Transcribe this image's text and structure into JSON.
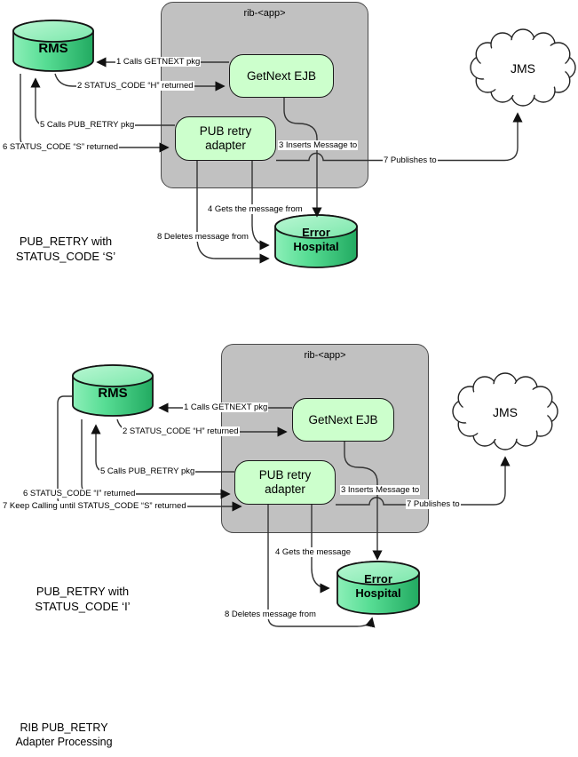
{
  "footer": {
    "line1": "RIB PUB_RETRY",
    "line2": "Adapter Processing"
  },
  "colors": {
    "container_fill": "#c1c1c1",
    "node_fill": "#ccffcc",
    "cylinder_light": "#b4f6d0",
    "cylinder_dark": "#25ad63",
    "line": "#333333"
  },
  "diagrams": [
    {
      "caption": {
        "line1": "PUB_RETRY with",
        "line2": "STATUS_CODE ‘S’"
      },
      "container_label": "rib-<app>",
      "nodes": {
        "rms": "RMS",
        "getnext": "GetNext EJB",
        "adapter": {
          "line1": "PUB retry",
          "line2": "adapter"
        },
        "jms": "JMS",
        "error_hospital": {
          "line1": "Error",
          "line2": "Hospital"
        }
      },
      "edges": {
        "calls_getnext": "1 Calls GETNEXT pkg",
        "status_h": "2 STATUS_CODE “H” returned",
        "inserts": "3 Inserts Message to",
        "gets": "4 Gets the message from",
        "calls_pub_retry": "5 Calls PUB_RETRY pkg",
        "status_return": "6 STATUS_CODE “S” returned",
        "publishes": "7 Publishes to",
        "deletes": "8 Deletes message from"
      }
    },
    {
      "caption": {
        "line1": "PUB_RETRY with",
        "line2": "STATUS_CODE ‘I’"
      },
      "container_label": "rib-<app>",
      "nodes": {
        "rms": "RMS",
        "getnext": "GetNext EJB",
        "adapter": {
          "line1": "PUB retry",
          "line2": "adapter"
        },
        "jms": "JMS",
        "error_hospital": {
          "line1": "Error",
          "line2": "Hospital"
        }
      },
      "edges": {
        "calls_getnext": "1 Calls GETNEXT pkg",
        "status_h": "2 STATUS_CODE “H” returned",
        "inserts": "3 Inserts Message to",
        "gets": "4 Gets the message",
        "calls_pub_retry": "5 Calls PUB_RETRY pkg",
        "status_return": "6 STATUS_CODE “I” returned",
        "keep_calling": "7 Keep Calling until STATUS_CODE “S” returned",
        "publishes": "7 Publishes to",
        "deletes": "8 Deletes message from"
      }
    }
  ]
}
